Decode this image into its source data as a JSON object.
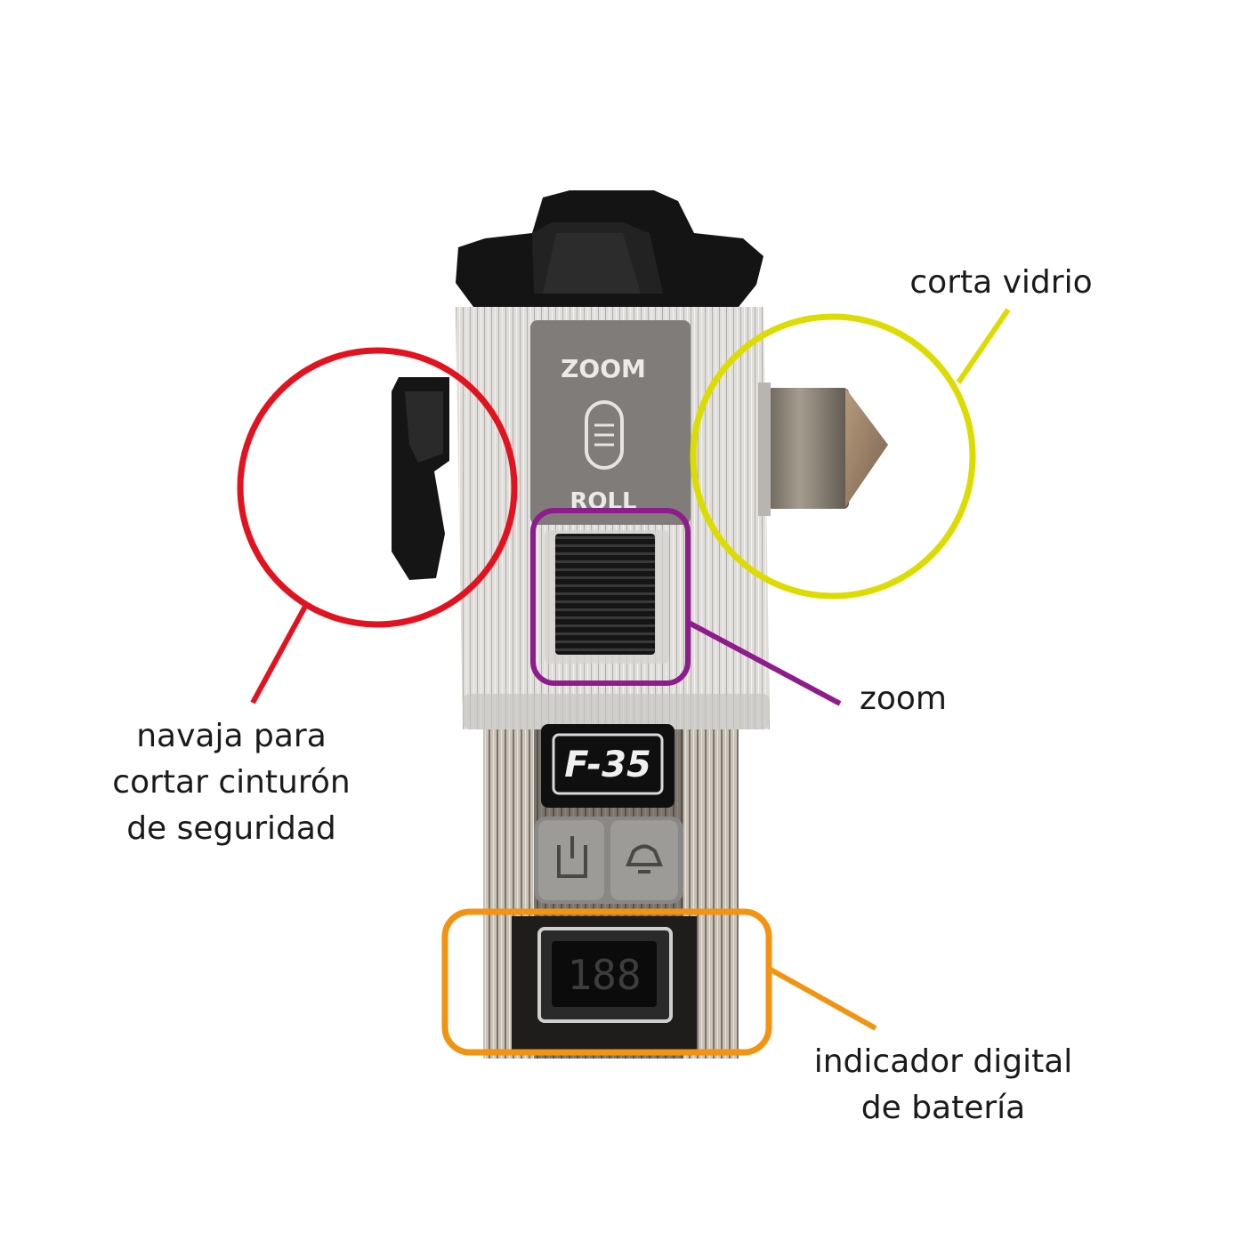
{
  "device": {
    "zoom_text": "ZOOM",
    "roll_text": "ROLL",
    "model_badge": "F-35",
    "display_digits": "188",
    "buttons": [
      {
        "icon": "power-icon"
      },
      {
        "icon": "lamp-icon"
      }
    ]
  },
  "callouts": {
    "glass_breaker": {
      "label": "corta vidrio",
      "color": "#dcdc00"
    },
    "zoom": {
      "label": "zoom",
      "color": "#8e1c8c"
    },
    "belt_cutter": {
      "label": "navaja para\ncortar cinturón\nde seguridad",
      "color": "#e3121f"
    },
    "battery": {
      "label": "indicador digital\nde batería",
      "color": "#f29312"
    }
  }
}
